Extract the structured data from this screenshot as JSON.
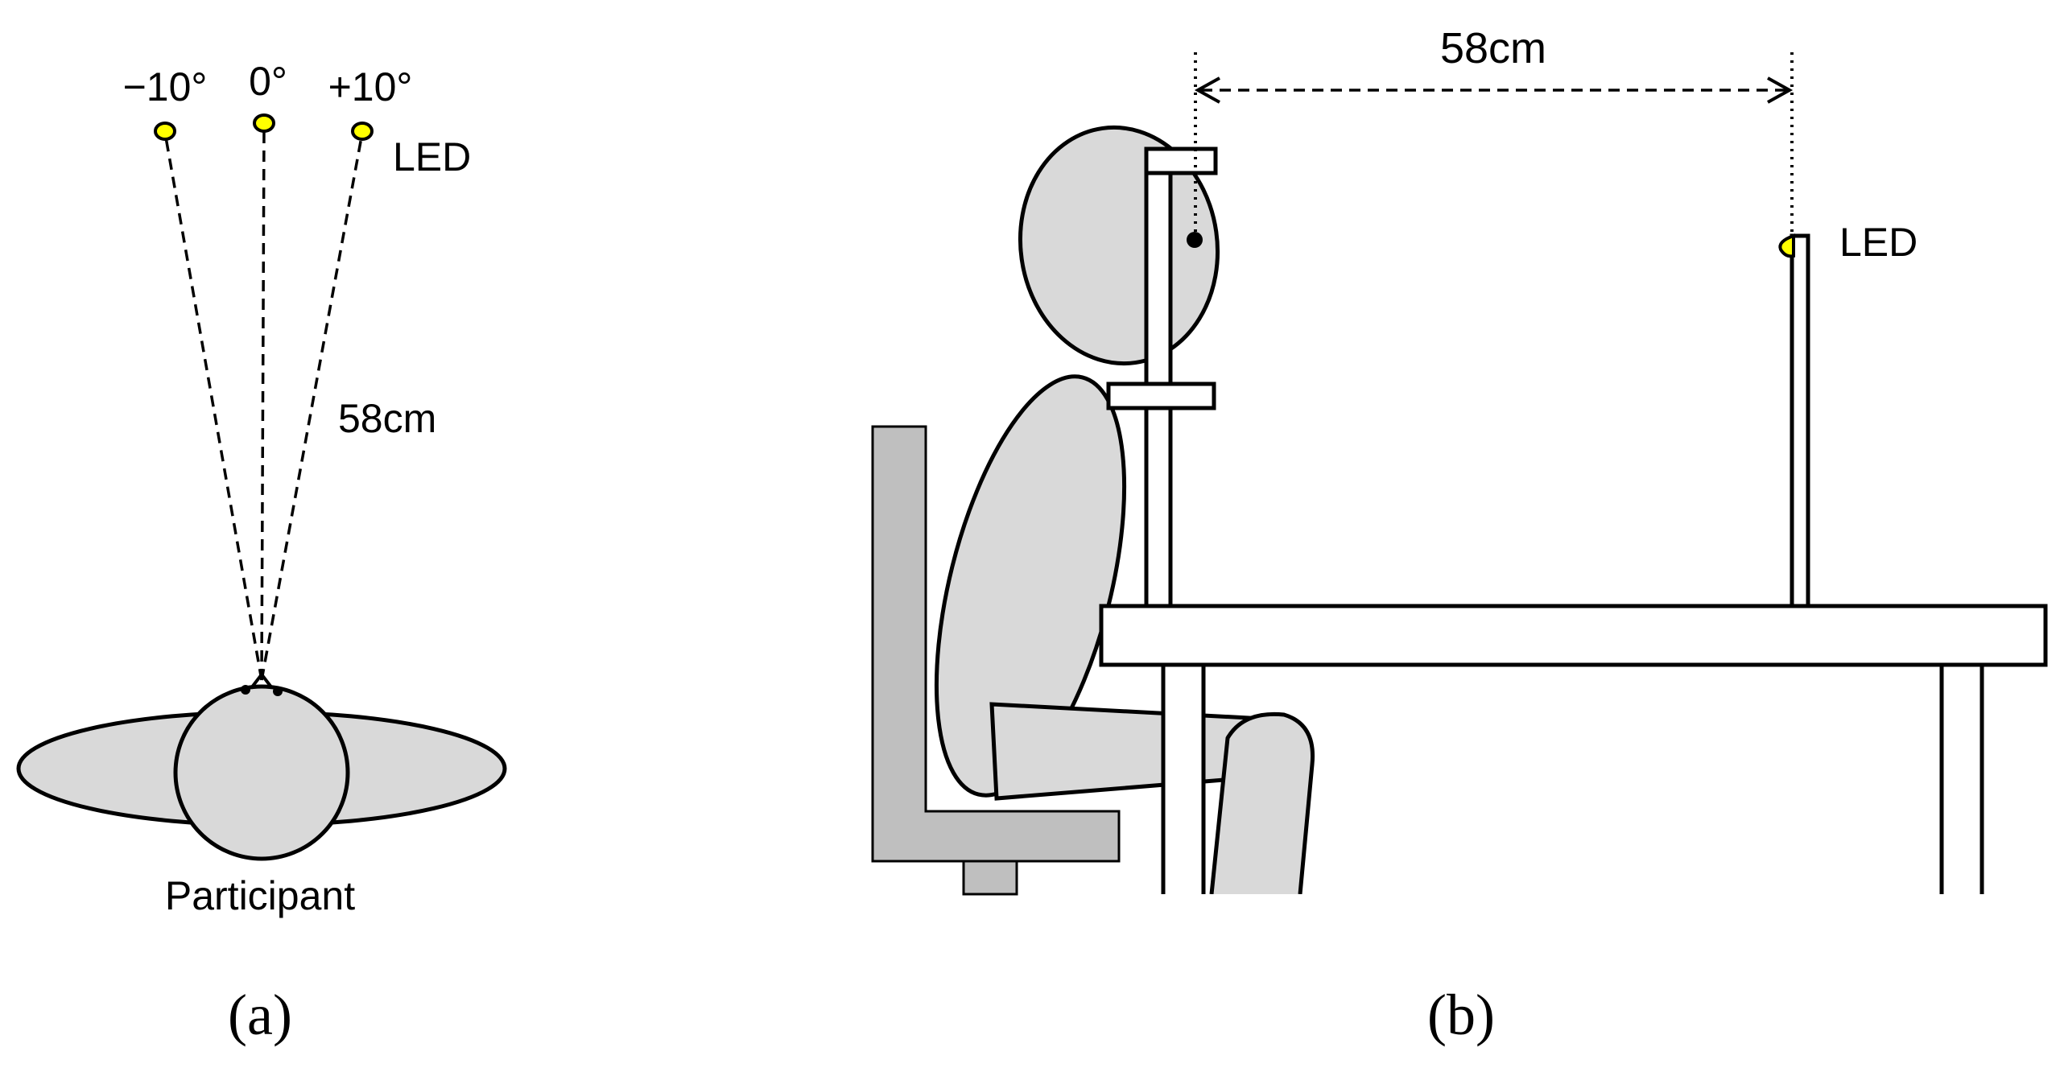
{
  "panel_a": {
    "angle_labels": [
      "−10°",
      "0°",
      "+10°"
    ],
    "led_label": "LED",
    "distance_label": "58cm",
    "participant_label": "Participant",
    "caption": "(a)"
  },
  "panel_b": {
    "distance_label": "58cm",
    "led_label": "LED",
    "caption": "(b)"
  },
  "colors": {
    "led": "#ffff00",
    "body": "#d9d9d9",
    "chair": "#bfbfbf",
    "outline": "#000000"
  }
}
